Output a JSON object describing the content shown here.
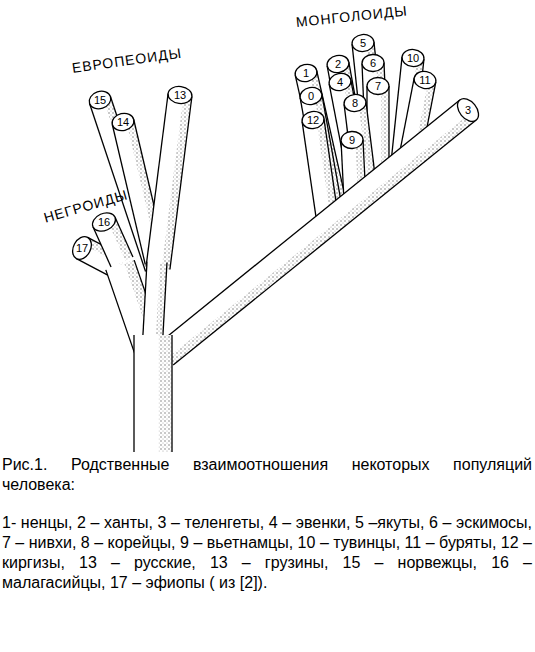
{
  "diagram": {
    "caption": "Рис.1. Родственные взаимоотношения некоторых популяций человека:",
    "labels": [
      "МОНГОЛОИДЫ",
      "ЕВРОПЕОИДЫ",
      "15",
      "13",
      "5",
      "1",
      "2",
      "6",
      "10",
      "4",
      "0",
      "7",
      "8",
      "11",
      "14",
      "12",
      "3",
      "9",
      "НЕГРОИДЫ",
      "16",
      "17",
      "1- ненцы, 2 – ханты, 3 – теленгеты, 4 – эвенки, 5 –якуты, 6 – эскимосы, 7 – нивхи, 8 – корейцы, 9 – вьетнамцы, 10 – тувинцы, 11 – буряты, 12 – киргизы, 13 – русские, 13 – грузины, 15 – норвежцы, 16 – малагасийцы, 17 – эфиопы ( из [2])."
    ]
  }
}
